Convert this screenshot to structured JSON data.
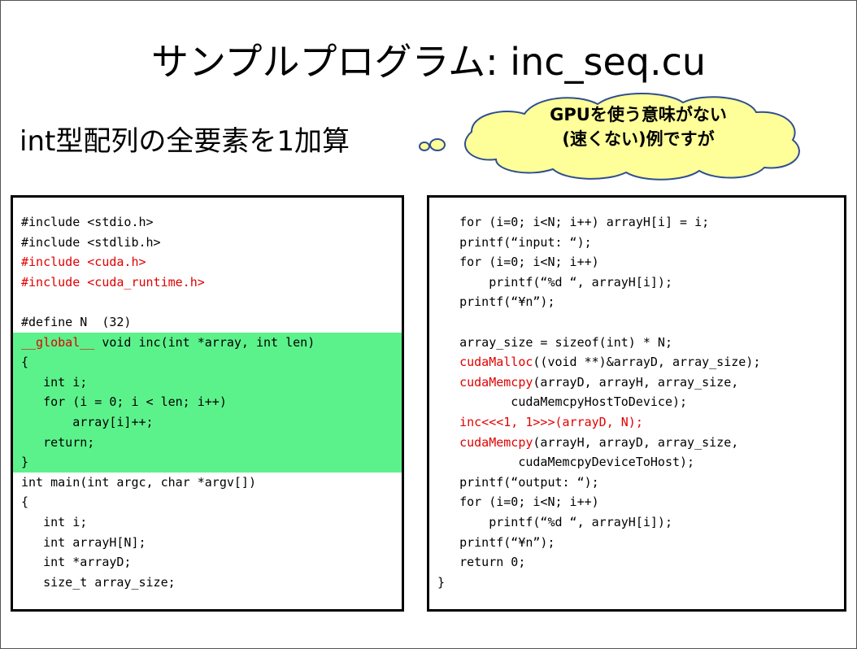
{
  "slide": {
    "title": "サンプルプログラム: inc_seq.cu",
    "subtitle": "int型配列の全要素を1加算",
    "callout": {
      "line1": "GPUを使う意味がない",
      "line2": "(速くない)例ですが"
    }
  },
  "colors": {
    "highlight": "#5cf28b",
    "keyword_red": "#e00000"
  },
  "code_left": [
    {
      "parts": [
        {
          "t": "#include <stdio.h>"
        }
      ]
    },
    {
      "parts": [
        {
          "t": "#include <stdlib.h>"
        }
      ]
    },
    {
      "parts": [
        {
          "t": "#include <cuda.h>",
          "c": "red"
        }
      ]
    },
    {
      "parts": [
        {
          "t": "#include <cuda_runtime.h>",
          "c": "red"
        }
      ]
    },
    {
      "parts": [
        {
          "t": ""
        }
      ]
    },
    {
      "parts": [
        {
          "t": "#define N  (32)"
        }
      ]
    },
    {
      "hl": true,
      "parts": [
        {
          "t": "__global__",
          "c": "red"
        },
        {
          "t": " void inc(int *array, int len)"
        }
      ]
    },
    {
      "hl": true,
      "parts": [
        {
          "t": "{"
        }
      ]
    },
    {
      "hl": true,
      "parts": [
        {
          "t": "   int i;"
        }
      ]
    },
    {
      "hl": true,
      "parts": [
        {
          "t": "   for (i = 0; i < len; i++)"
        }
      ]
    },
    {
      "hl": true,
      "parts": [
        {
          "t": "       array[i]++;"
        }
      ]
    },
    {
      "hl": true,
      "parts": [
        {
          "t": "   return;"
        }
      ]
    },
    {
      "hl": true,
      "parts": [
        {
          "t": "}"
        }
      ]
    },
    {
      "parts": [
        {
          "t": "int main(int argc, char *argv[])"
        }
      ]
    },
    {
      "parts": [
        {
          "t": "{"
        }
      ]
    },
    {
      "parts": [
        {
          "t": "   int i;"
        }
      ]
    },
    {
      "parts": [
        {
          "t": "   int arrayH[N];"
        }
      ]
    },
    {
      "parts": [
        {
          "t": "   int *arrayD;"
        }
      ]
    },
    {
      "parts": [
        {
          "t": "   size_t array_size;"
        }
      ]
    }
  ],
  "code_right": [
    {
      "parts": [
        {
          "t": "   for (i=0; i<N; i++) arrayH[i] = i;"
        }
      ]
    },
    {
      "parts": [
        {
          "t": "   printf(“input: “);"
        }
      ]
    },
    {
      "parts": [
        {
          "t": "   for (i=0; i<N; i++)"
        }
      ]
    },
    {
      "parts": [
        {
          "t": "       printf(“%d “, arrayH[i]);"
        }
      ]
    },
    {
      "parts": [
        {
          "t": "   printf(“¥n”);"
        }
      ]
    },
    {
      "parts": [
        {
          "t": ""
        }
      ]
    },
    {
      "parts": [
        {
          "t": "   array_size = sizeof(int) * N;"
        }
      ]
    },
    {
      "parts": [
        {
          "t": "   "
        },
        {
          "t": "cudaMalloc",
          "c": "red"
        },
        {
          "t": "((void **)&arrayD, array_size);"
        }
      ]
    },
    {
      "parts": [
        {
          "t": "   "
        },
        {
          "t": "cudaMemcpy",
          "c": "red"
        },
        {
          "t": "(arrayD, arrayH, array_size,"
        }
      ]
    },
    {
      "parts": [
        {
          "t": "          cudaMemcpyHostToDevice);"
        }
      ]
    },
    {
      "parts": [
        {
          "t": "   "
        },
        {
          "t": "inc<<<1, 1>>>(arrayD, N);",
          "c": "red"
        }
      ]
    },
    {
      "parts": [
        {
          "t": "   "
        },
        {
          "t": "cudaMemcpy",
          "c": "red"
        },
        {
          "t": "(arrayH, arrayD, array_size,"
        }
      ]
    },
    {
      "parts": [
        {
          "t": "           cudaMemcpyDeviceToHost);"
        }
      ]
    },
    {
      "parts": [
        {
          "t": "   printf(“output: “);"
        }
      ]
    },
    {
      "parts": [
        {
          "t": "   for (i=0; i<N; i++)"
        }
      ]
    },
    {
      "parts": [
        {
          "t": "       printf(“%d “, arrayH[i]);"
        }
      ]
    },
    {
      "parts": [
        {
          "t": "   printf(“¥n”);"
        }
      ]
    },
    {
      "parts": [
        {
          "t": "   return 0;"
        }
      ]
    },
    {
      "parts": [
        {
          "t": "}"
        }
      ]
    }
  ]
}
